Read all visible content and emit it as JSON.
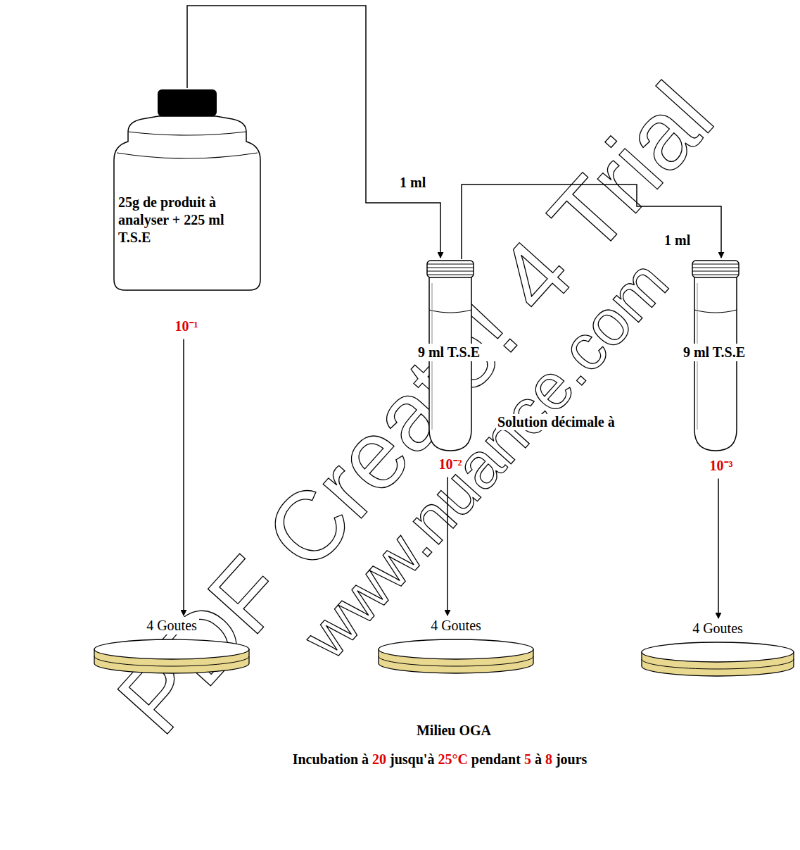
{
  "diagram": {
    "nodes": [
      {
        "text": [
          "25g de produit à analyser + 225 ml T.S.E"
        ]
      },
      {
        "text": [
          "9 ml T.S.E"
        ]
      },
      {
        "text": [
          "9 ml T.S.E"
        ]
      },
      {
        "text": [
          "4 Goutes"
        ]
      },
      {
        "text": [
          "4 Goutes"
        ]
      },
      {
        "text": [
          "4 Goutes"
        ]
      }
    ],
    "edges": [
      {
        "from": 0,
        "to": 1,
        "label": "1 ml",
        "arrow": "to"
      },
      {
        "from": 1,
        "to": 2,
        "label": "1 ml",
        "arrow": "to"
      },
      {
        "from": 0,
        "to": 3,
        "arrow": "to"
      },
      {
        "from": 1,
        "to": 4,
        "arrow": "to"
      },
      {
        "from": 2,
        "to": 5,
        "arrow": "to"
      }
    ],
    "labels": [
      "10⁻¹",
      "10⁻²",
      "10⁻³",
      "Solution décimale à",
      "Milieu OGA",
      "Incubation à 20 jusqu'à 25°C pendant 5 à 8 jours",
      "PDF Create! 4 Trial",
      "www.nuance.com"
    ]
  }
}
